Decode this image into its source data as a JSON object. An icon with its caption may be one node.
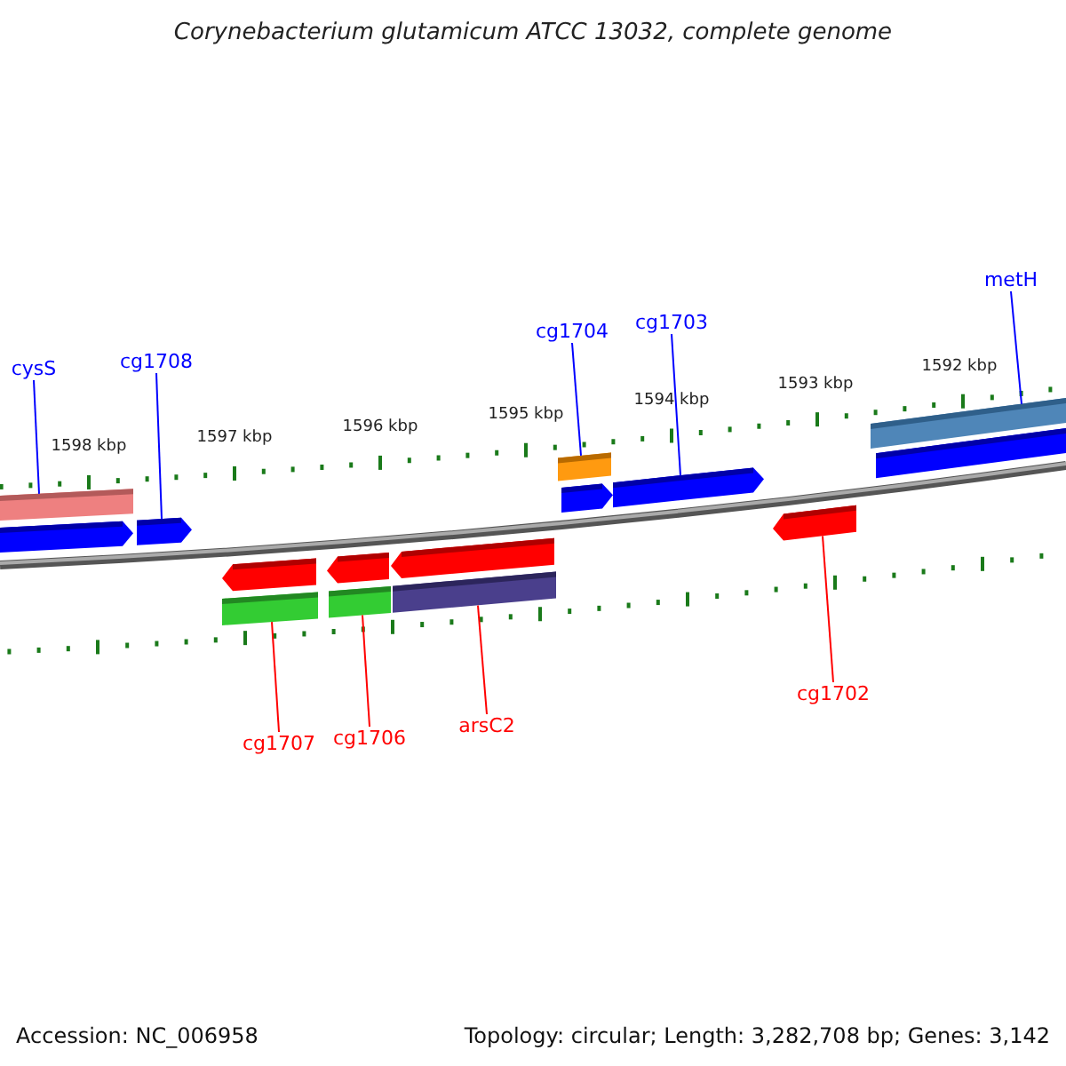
{
  "diagram": {
    "title": "Corynebacterium glutamicum ATCC 13032, complete genome",
    "nodes": [
      {
        "text": [
          "cysS"
        ]
      },
      {
        "text": [
          "cg1708"
        ]
      },
      {
        "text": [
          "cg1704"
        ]
      },
      {
        "text": [
          "cg1703"
        ]
      },
      {
        "text": [
          "metH"
        ]
      },
      {
        "text": [
          "cg1707"
        ]
      },
      {
        "text": [
          "cg1706"
        ]
      },
      {
        "text": [
          "arsC2"
        ]
      },
      {
        "text": [
          "cg1702"
        ]
      },
      {
        "text": [],
        "shape": "bar"
      },
      {
        "text": [],
        "shape": "arrow"
      },
      {
        "text": [],
        "shape": "arrow"
      },
      {
        "text": [],
        "shape": "arrow"
      },
      {
        "text": [],
        "shape": "bar"
      },
      {
        "text": [],
        "shape": "arrow"
      },
      {
        "text": [],
        "shape": "bar"
      },
      {
        "text": [],
        "shape": "arrow"
      },
      {
        "text": [],
        "shape": "bar"
      },
      {
        "text": [],
        "shape": "bar"
      },
      {
        "text": [],
        "shape": "arrow"
      },
      {
        "text": [],
        "shape": "arrow"
      },
      {
        "text": [],
        "shape": "arrow"
      },
      {
        "text": [],
        "shape": "bar"
      },
      {
        "text": [],
        "shape": "bar"
      }
    ],
    "edges": [
      {
        "from": 0,
        "to": 9,
        "arrow": "none"
      },
      {
        "from": 1,
        "to": 11,
        "arrow": "none"
      },
      {
        "from": 2,
        "to": 18,
        "arrow": "none"
      },
      {
        "from": 3,
        "to": 20,
        "arrow": "none"
      },
      {
        "from": 4,
        "to": 22,
        "arrow": "none"
      },
      {
        "from": 5,
        "to": 13,
        "arrow": "none",
        "color": "#ff0000"
      },
      {
        "from": 6,
        "to": 15,
        "arrow": "none",
        "color": "#ff0000"
      },
      {
        "from": 7,
        "to": 17,
        "arrow": "none",
        "color": "#ff0000"
      },
      {
        "from": 8,
        "to": 21,
        "arrow": "none",
        "color": "#ff0000"
      }
    ],
    "labels": [
      "1598 kbp",
      "1597 kbp",
      "1596 kbp",
      "1595 kbp",
      "1594 kbp",
      "1593 kbp",
      "1592 kbp",
      "Accession: NC_006958",
      "Topology: circular; Length: 3,282,708 bp; Genes: 3,142"
    ]
  }
}
